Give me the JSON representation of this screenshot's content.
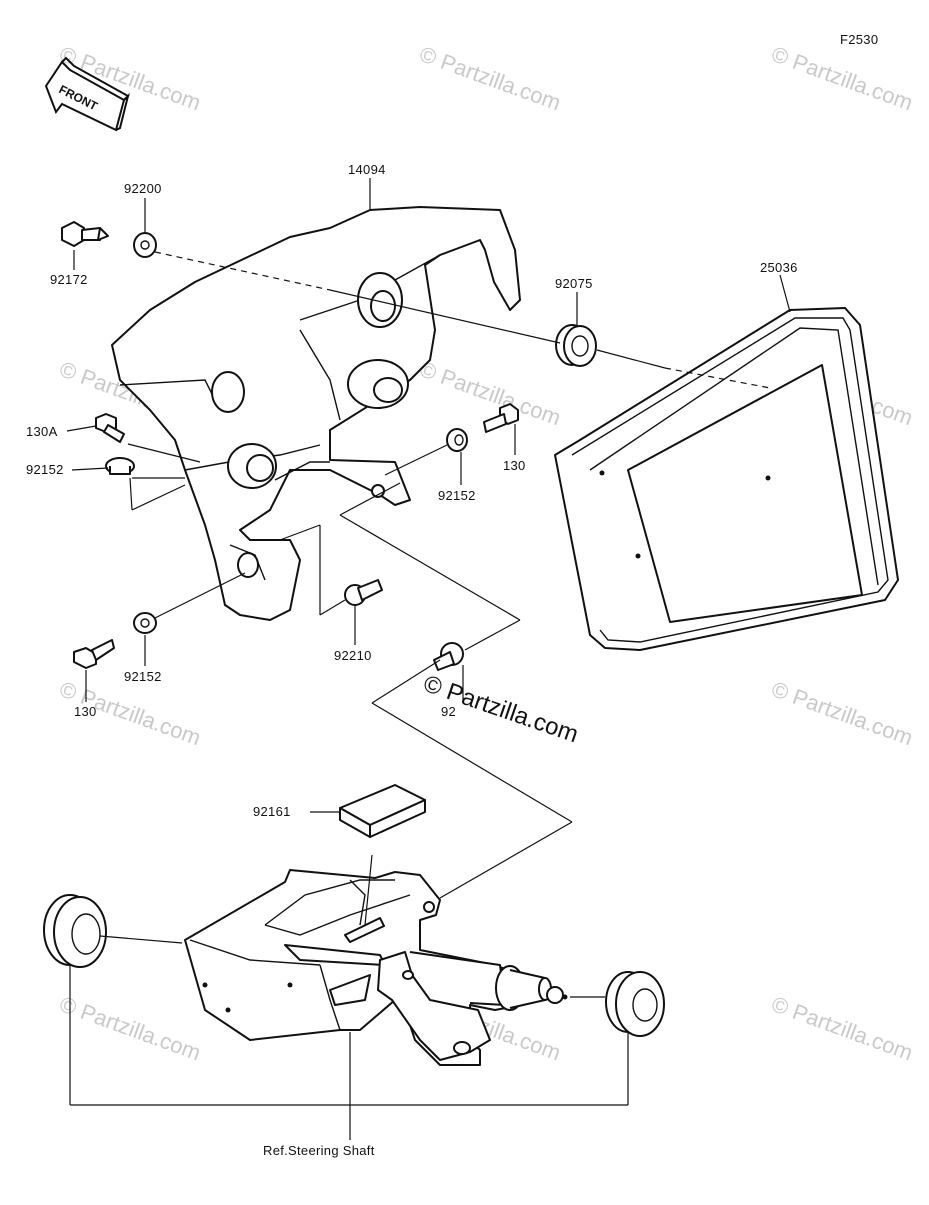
{
  "figure_code": "F2530",
  "front_label": "FRONT",
  "parts": {
    "cover": "14094",
    "washer_top": "92200",
    "bolt_top": "92172",
    "meter": "25036",
    "grommet": "92075",
    "bolt_130A": "130A",
    "collar_left": "92152",
    "bolt_130_right": "130",
    "collar_right": "92152",
    "collar_lower": "92152",
    "bolt_130_lower": "130",
    "collar_92210": "92210",
    "collar_partial": "92",
    "pad": "92161"
  },
  "reference_label": "Ref.Steering Shaft",
  "watermark_text": "© Partzilla.com",
  "watermark_center": "© Partzilla.com"
}
